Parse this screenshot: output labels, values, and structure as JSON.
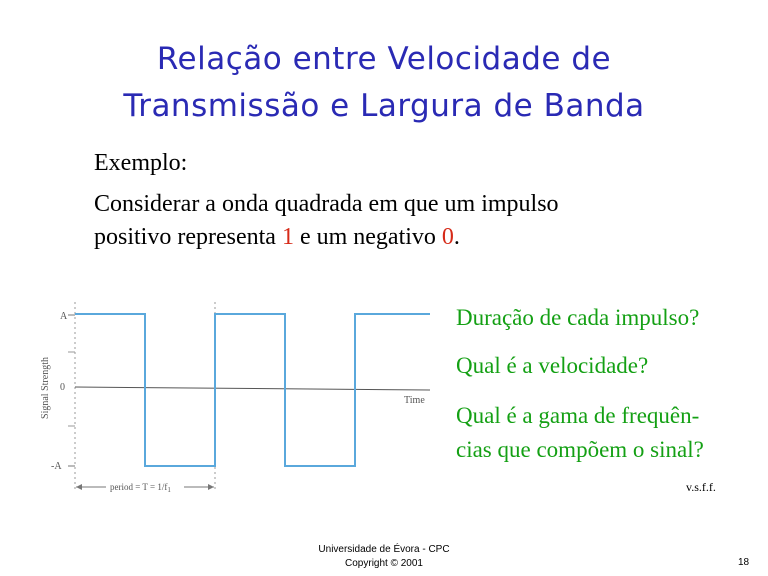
{
  "slide": {
    "title_line1": "Relação entre Velocidade de",
    "title_line2": "Transmissão e Largura de Banda",
    "exemplo": "Exemplo:",
    "consider_line1": "Considerar a onda quadrada em que um impulso",
    "consider_line2_pre": "positivo representa ",
    "consider_one": "1",
    "consider_line2_mid": " e um negativo ",
    "consider_zero": "0",
    "consider_line2_end": ".",
    "questions": {
      "q1": "Duração de cada impulso?",
      "q2": "Qual é a velocidade?",
      "q3_line1": "Qual é a gama de frequên-",
      "q3_line2": "cias que compõem  o sinal?"
    },
    "vsff": "v.s.f.f.",
    "footer_line1": "Universidade de Évora - CPC",
    "footer_line2": "Copyright © 2001",
    "page_number": "18",
    "colors": {
      "title": "#2a2ab4",
      "highlight_red": "#d62a18",
      "question_green": "#14a014",
      "wave_blue": "#5aa8dc"
    }
  },
  "diagram": {
    "y_axis_label": "Signal Strength",
    "x_axis_label": "Time",
    "level_high": "A",
    "level_zero": "0",
    "level_low": "-A",
    "period_label": "period = T = 1/f",
    "period_subscript": "1"
  }
}
